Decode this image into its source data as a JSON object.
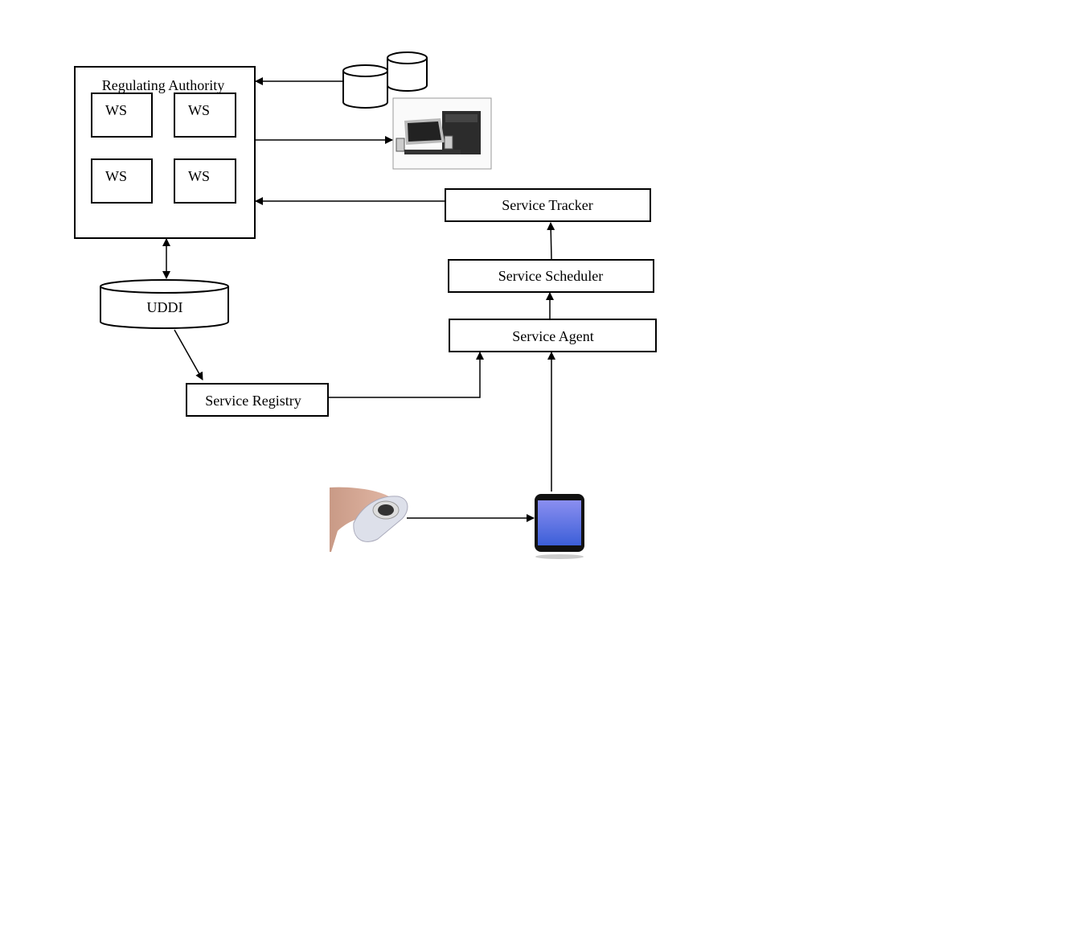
{
  "diagram": {
    "regulating_authority": {
      "title": "Regulating Authority",
      "services": [
        "WS",
        "WS",
        "WS",
        "WS"
      ]
    },
    "uddi": "UDDI",
    "service_registry": "Service Registry",
    "service_tracker": "Service Tracker",
    "service_scheduler": "Service Scheduler",
    "service_agent": "Service Agent",
    "colors": {
      "phone_screen_top": "#8a8ef0",
      "phone_screen_bottom": "#3c5fd8",
      "line": "#000000"
    }
  }
}
